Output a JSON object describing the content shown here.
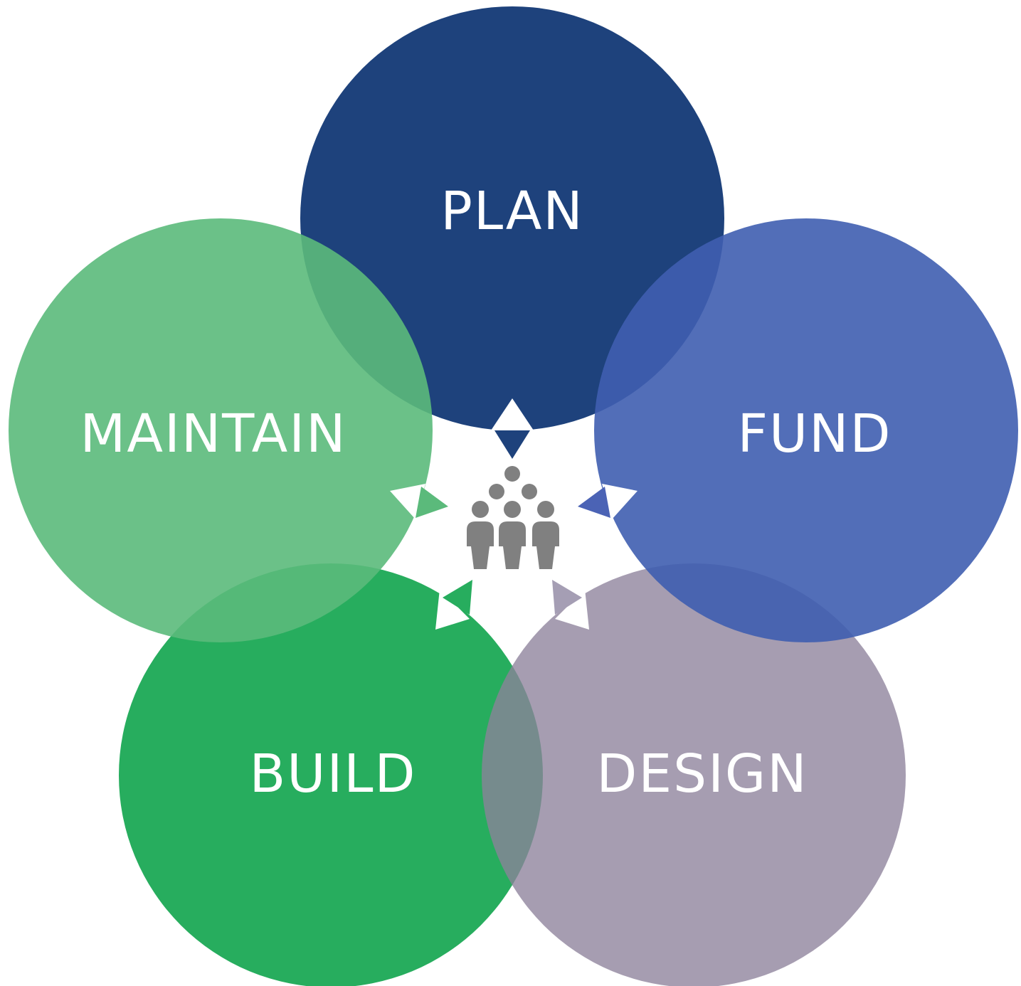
{
  "stages": [
    {
      "id": "plan",
      "label": "PLAN",
      "color": "#1e427c",
      "opacity": 1.0
    },
    {
      "id": "fund",
      "label": "FUND",
      "color": "#3f5eb0",
      "opacity": 0.9
    },
    {
      "id": "design",
      "label": "DESIGN",
      "color": "#8d819b",
      "opacity": 0.78
    },
    {
      "id": "build",
      "label": "BUILD",
      "color": "#27ad5e",
      "opacity": 1.0
    },
    {
      "id": "maintain",
      "label": "MAINTAIN",
      "color": "#5bba7b",
      "opacity": 0.9
    }
  ],
  "center": {
    "icon": "people-group-icon",
    "icon_color": "#808080"
  }
}
